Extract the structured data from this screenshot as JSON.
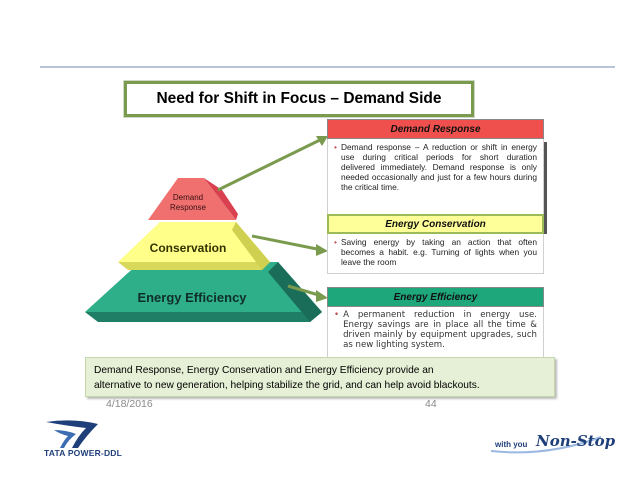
{
  "slide": {
    "title": "Need for Shift in Focus – Demand Side",
    "pyramid": {
      "top_label_line1": "Demand",
      "top_label_line2": "Response",
      "middle_label": "Conservation",
      "bottom_label": "Energy Efficiency"
    },
    "panels": [
      {
        "header": "Demand Response",
        "bullet": "•",
        "text": "Demand response – A reduction or shift in energy use during critical periods for short duration delivered immediately. Demand response is only needed occasionally and just for a few hours during the critical time."
      },
      {
        "header": "Energy Conservation",
        "bullet": "•",
        "text": "Saving energy by taking an action that often becomes a habit. e.g. Turning of lights when you leave the room"
      },
      {
        "header": "Energy Efficiency",
        "bullet": "•",
        "text": "A permanent reduction in energy use. Energy savings are in place all the time & driven mainly by equipment upgrades, such as new lighting system."
      }
    ],
    "summary_line1": "Demand Response, Energy Conservation and Energy Efficiency provide an",
    "summary_line2": "alternative to new generation, helping stabilize the grid, and can help avoid blackouts.",
    "footer": {
      "date": "4/18/2016",
      "page_number": "44"
    },
    "branding": {
      "company": "TATA POWER-DDL",
      "tagline_prefix": "with you",
      "tagline_main": "Non-Stop"
    }
  },
  "colors": {
    "demand_response": "#f0504d",
    "conservation": "#ffff99",
    "efficiency": "#1fa77c",
    "arrow": "#7a9a4d",
    "brand_blue": "#1f3f7a"
  }
}
